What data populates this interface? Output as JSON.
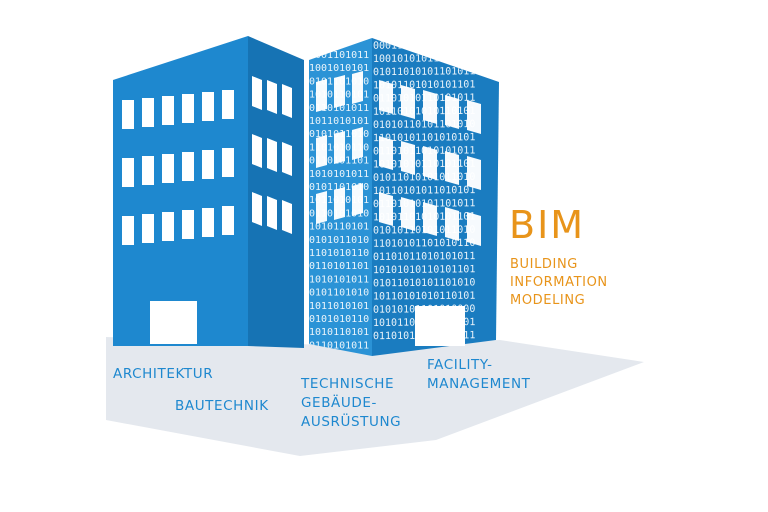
{
  "bim": {
    "title": "BIM",
    "subtitle_lines": [
      "BUILDING",
      "INFORMATION",
      "MODELING"
    ]
  },
  "labels": {
    "architektur": "ARCHITEKTUR",
    "bautechnik": "BAUTECHNIK",
    "technische": [
      "TECHNISCHE",
      "GEBÄUDE-",
      "AUSRÜSTUNG"
    ],
    "facility": [
      "FACILITY-",
      "MANAGEMENT"
    ]
  },
  "binary_rows": [
    "00011010110101010",
    "10010101011011101",
    "01011010101101011",
    "10101101010101101",
    "01101010110101011",
    "10110101010110101",
    "01010110101101010",
    "11010101101010101",
    "01101011010101011",
    "10101010110101101",
    "01011010101011010",
    "10110101011010101",
    "01101010101101011",
    "10101101010101101",
    "01010110101011010",
    "11010101101010110",
    "01101011010101011",
    "10101010110101101",
    "01011010101101010",
    "10110101010110101",
    "01010101101010000",
    "10101101010101101",
    "01101010110101011"
  ],
  "colors": {
    "building_front": "#1e88cf",
    "building_side": "#1673b4",
    "binary_front": "#2b93d6",
    "binary_side": "#1a7cc0",
    "floor": "#e4e8ee",
    "label": "#1e88cf",
    "bim": "#e8941a"
  }
}
